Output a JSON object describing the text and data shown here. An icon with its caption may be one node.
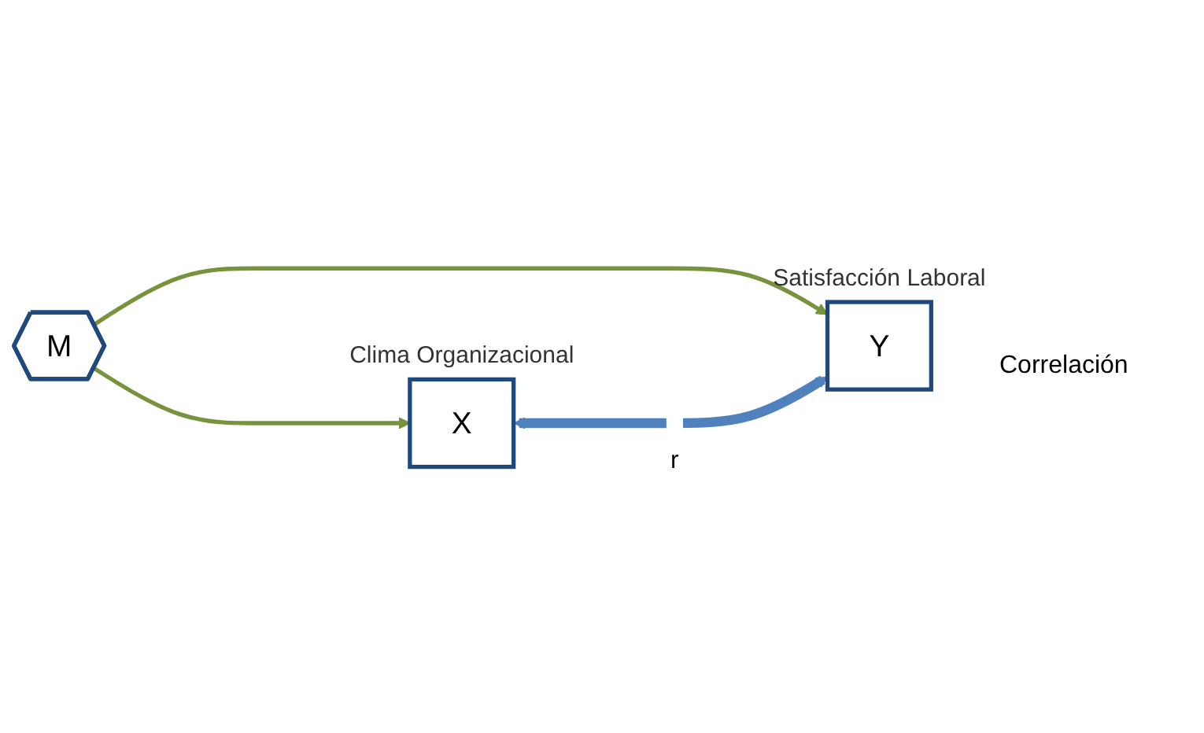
{
  "diagram": {
    "nodes": [
      {
        "text": [
          "M"
        ]
      },
      {
        "text": [
          "X"
        ],
        "beside": [
          "Clima Organizacional"
        ]
      },
      {
        "text": [
          "Y"
        ],
        "beside": [
          "Satisfacción Laboral"
        ]
      }
    ],
    "edges": [
      {
        "from": 0,
        "to": 1,
        "arrow": "to"
      },
      {
        "from": 0,
        "to": 2,
        "arrow": "to"
      },
      {
        "from": 1,
        "to": 2,
        "arrow": "both",
        "label": "r",
        "style": "thick",
        "color": "#4f81bd"
      }
    ],
    "labels": [
      "Correlación"
    ]
  }
}
